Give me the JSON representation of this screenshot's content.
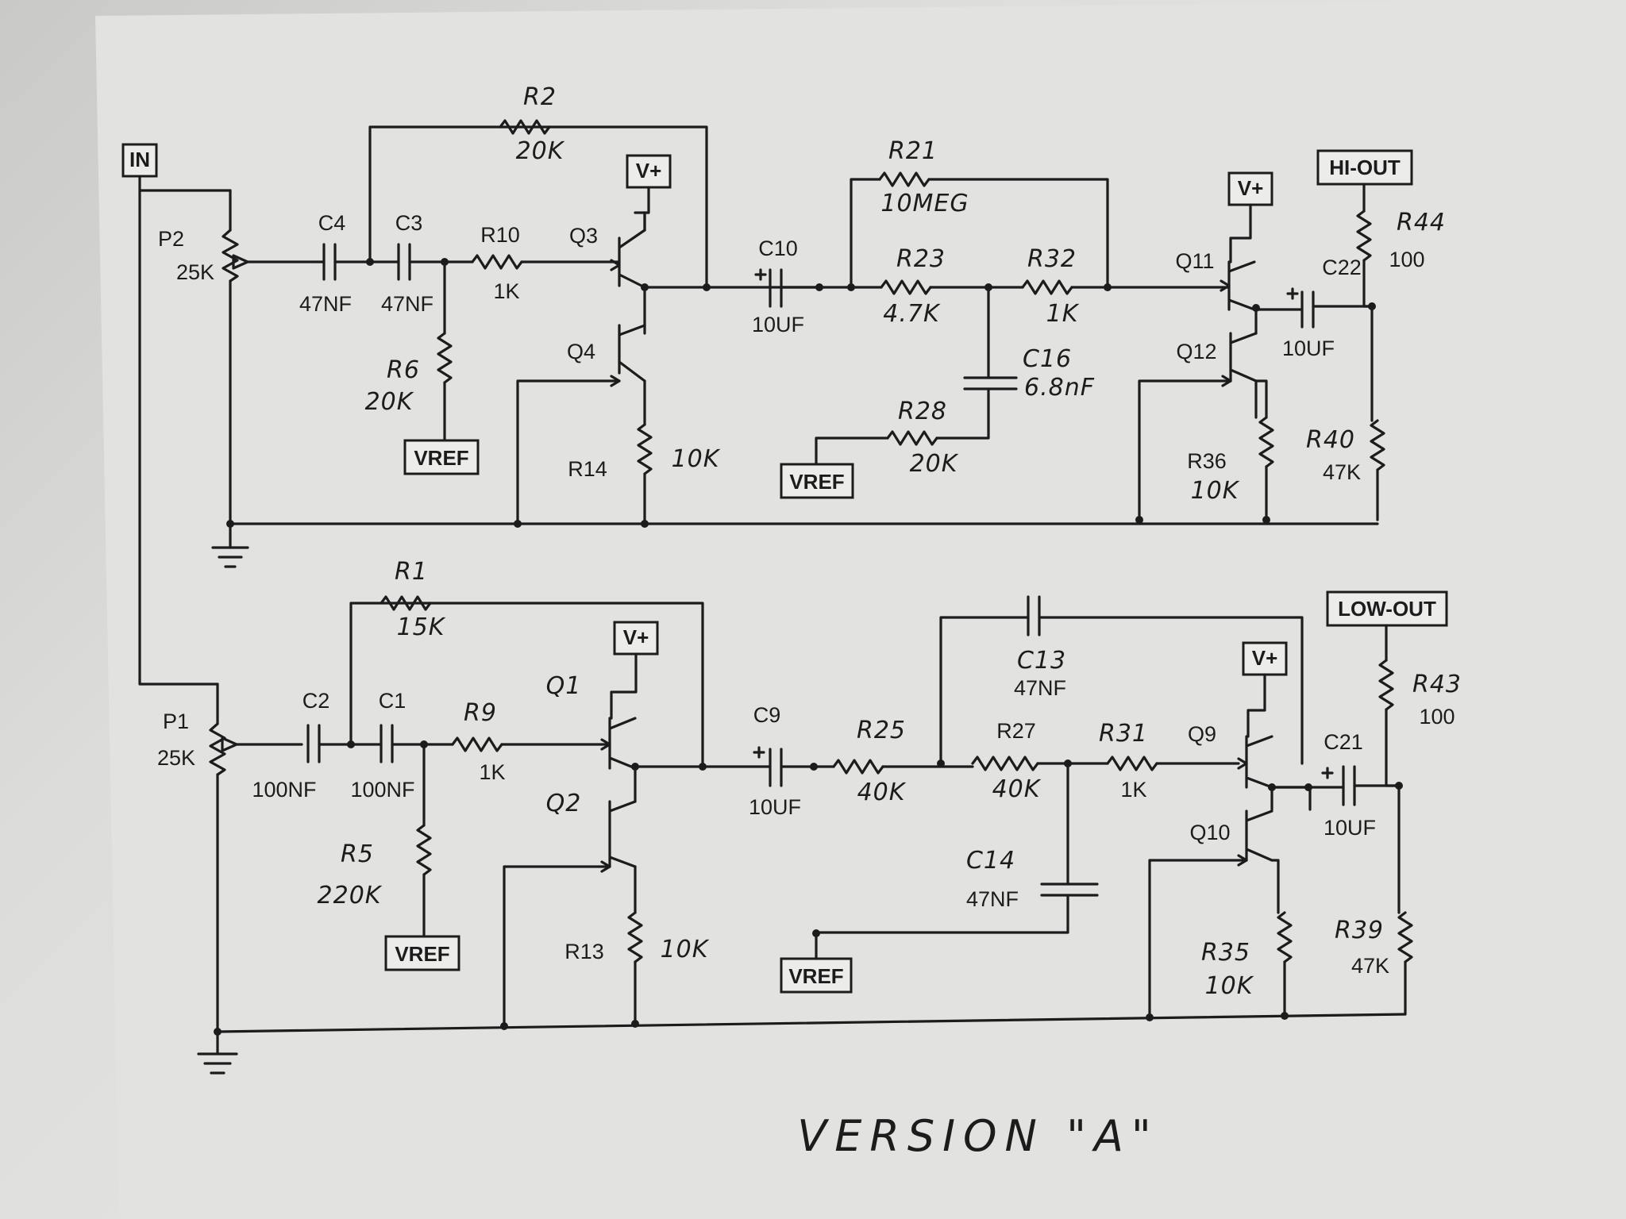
{
  "title": "VERSION \"A\"",
  "terminals": {
    "in": "IN",
    "hi_out": "HI-OUT",
    "low_out": "LOW-OUT",
    "vplus": "V+",
    "vref": "VREF"
  },
  "hi_section": {
    "p2": {
      "ref": "P2",
      "value": "25K"
    },
    "c4": {
      "ref": "C4",
      "value": "47NF"
    },
    "c3": {
      "ref": "C3",
      "value": "47NF"
    },
    "r10": {
      "ref": "R10",
      "value": "1K"
    },
    "r2": {
      "ref": "R2",
      "value": "20K"
    },
    "r6": {
      "ref": "R6",
      "value": "20K"
    },
    "q3": "Q3",
    "q4": "Q4",
    "r14": {
      "ref": "R14",
      "value": "10K"
    },
    "c10": {
      "ref": "C10",
      "value": "10UF"
    },
    "r21": {
      "ref": "R21",
      "value": "10MEG"
    },
    "r23": {
      "ref": "R23",
      "value": "4.7K"
    },
    "r32": {
      "ref": "R32",
      "value": "1K"
    },
    "c16": {
      "ref": "C16",
      "value": "6.8nF"
    },
    "r28": {
      "ref": "R28",
      "value": "20K"
    },
    "q11": "Q11",
    "q12": "Q12",
    "r36": {
      "ref": "R36",
      "value": "10K"
    },
    "c22": {
      "ref": "C22",
      "value": "10UF"
    },
    "r44": {
      "ref": "R44",
      "value": "100"
    },
    "r40": {
      "ref": "R40",
      "value": "47K"
    }
  },
  "low_section": {
    "p1": {
      "ref": "P1",
      "value": "25K"
    },
    "c2": {
      "ref": "C2",
      "value": "100NF"
    },
    "c1": {
      "ref": "C1",
      "value": "100NF"
    },
    "r9": {
      "ref": "R9",
      "value": "1K"
    },
    "r1": {
      "ref": "R1",
      "value": "15K"
    },
    "r5": {
      "ref": "R5",
      "value": "220K"
    },
    "q1": "Q1",
    "q2": "Q2",
    "r13": {
      "ref": "R13",
      "value": "10K"
    },
    "c9": {
      "ref": "C9",
      "value": "10UF"
    },
    "c13": {
      "ref": "C13",
      "value": "47NF"
    },
    "r25": {
      "ref": "R25",
      "value": "40K"
    },
    "r27": {
      "ref": "R27",
      "value": "40K"
    },
    "r31": {
      "ref": "R31",
      "value": "1K"
    },
    "c14": {
      "ref": "C14",
      "value": "47NF"
    },
    "q9": "Q9",
    "q10": "Q10",
    "r35": {
      "ref": "R35",
      "value": "10K"
    },
    "c21": {
      "ref": "C21",
      "value": "10UF"
    },
    "r43": {
      "ref": "R43",
      "value": "100"
    },
    "r39": {
      "ref": "R39",
      "value": "47K"
    }
  },
  "colors": {
    "ink": "#1c1c1c",
    "paper": "#e3e3e1"
  }
}
